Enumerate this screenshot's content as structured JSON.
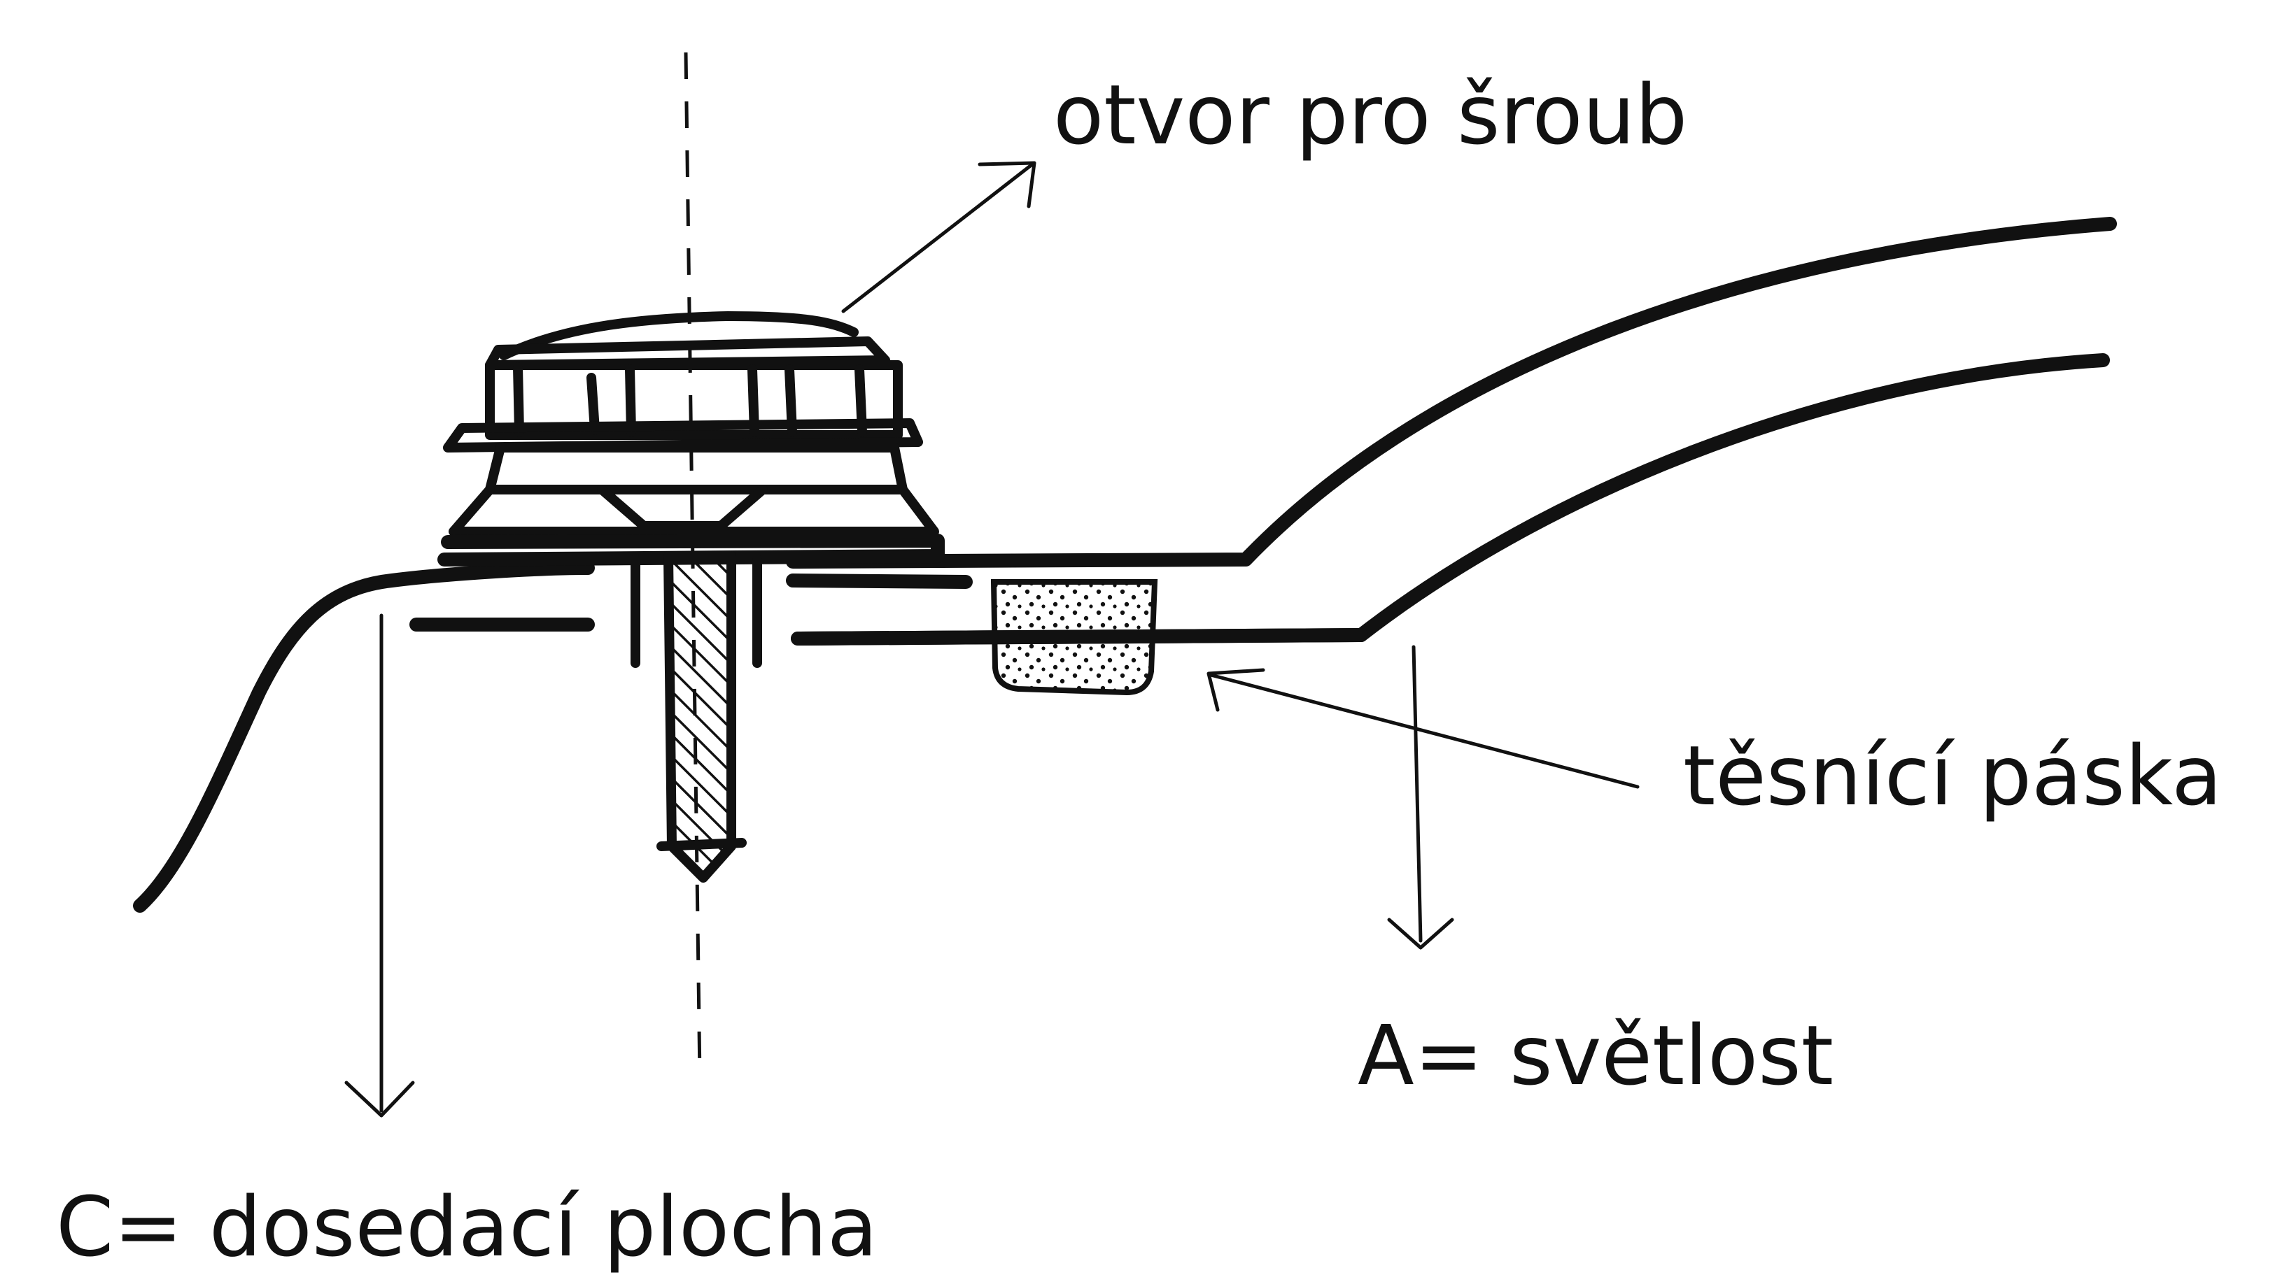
{
  "diagram": {
    "labels": {
      "screw_hole": "otvor pro šroub",
      "sealing_tape": "těsnící páska",
      "clearance": "A= světlost",
      "seating_surface": "C= dosedací plocha"
    },
    "colors": {
      "ink": "#111111",
      "background": "#ffffff"
    }
  }
}
